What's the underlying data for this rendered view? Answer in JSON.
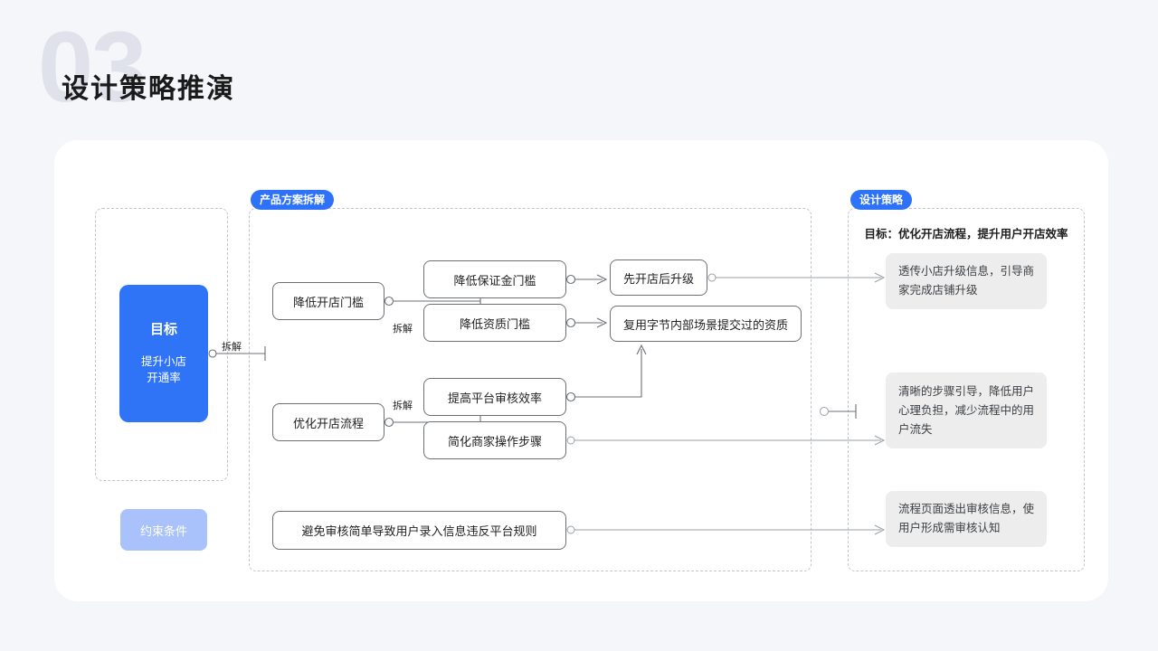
{
  "header": {
    "section_number": "03",
    "title": "设计策略推演"
  },
  "badges": {
    "breakdown": "产品方案拆解",
    "strategy": "设计策略"
  },
  "goal": {
    "title": "目标",
    "subtitle_line1": "提升小店",
    "subtitle_line2": "开通率"
  },
  "constraint": {
    "label": "约束条件"
  },
  "edge_labels": {
    "main": "拆解",
    "branch_a": "拆解",
    "branch_b": "拆解"
  },
  "nodes": {
    "lower_threshold": "降低开店门槛",
    "optimize_flow": "优化开店流程",
    "deposit": "降低保证金门槛",
    "qualification": "降低资质门槛",
    "audit_efficiency": "提高平台审核效率",
    "simplify_steps": "简化商家操作步骤",
    "avoid_risk": "避免审核简单导致用户录入信息违反平台规则",
    "upgrade_later": "先开店后升级",
    "reuse_qualification": "复用字节内部场景提交过的资质"
  },
  "strategy": {
    "objective": "目标：优化开店流程，提升用户开店效率",
    "cards": [
      "透传小店升级信息，引导商家完成店铺升级",
      "清晰的步骤引导，降低用户心理负担，减少流程中的用户流失",
      "流程页面透出审核信息，使用户形成需审核认知"
    ]
  },
  "colors": {
    "background": "#f4f6fa",
    "card": "#ffffff",
    "accent_blue": "#2f74f7",
    "light_blue": "#a9c2fb",
    "watermark": "#dfe2ea",
    "node_border": "#6b7076",
    "strategy_card": "#ededee"
  }
}
